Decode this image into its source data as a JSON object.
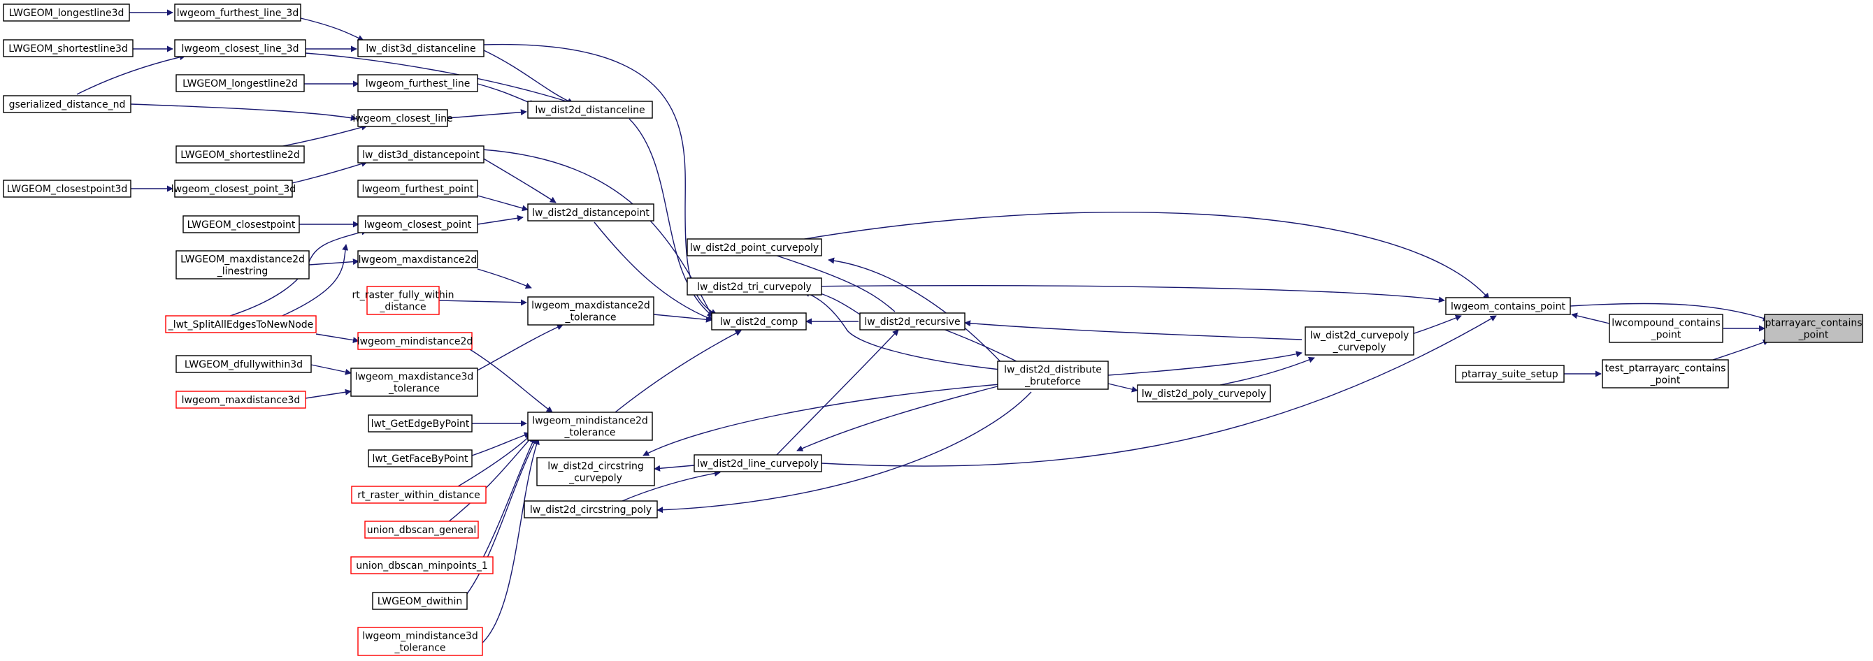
{
  "graph": {
    "edge_color": "#191970",
    "nodes": [
      {
        "id": "n0",
        "lines": [
          "ptarrayarc_contains",
          "_point"
        ],
        "style": "root"
      },
      {
        "id": "n1",
        "lines": [
          "lwgeom_contains_point"
        ],
        "style": "normal"
      },
      {
        "id": "n2",
        "lines": [
          "lwcompound_contains",
          "_point"
        ],
        "style": "normal"
      },
      {
        "id": "n3",
        "lines": [
          "test_ptarrayarc_contains",
          "_point"
        ],
        "style": "normal"
      },
      {
        "id": "n4",
        "lines": [
          "ptarray_suite_setup"
        ],
        "style": "normal"
      },
      {
        "id": "n5",
        "lines": [
          "lw_dist2d_point_curvepoly"
        ],
        "style": "normal"
      },
      {
        "id": "n6",
        "lines": [
          "lw_dist2d_tri_curvepoly"
        ],
        "style": "normal"
      },
      {
        "id": "n7",
        "lines": [
          "lw_dist2d_curvepoly",
          "_curvepoly"
        ],
        "style": "normal"
      },
      {
        "id": "n8",
        "lines": [
          "lw_dist2d_line_curvepoly"
        ],
        "style": "normal"
      },
      {
        "id": "n9",
        "lines": [
          "lw_dist2d_comp"
        ],
        "style": "normal"
      },
      {
        "id": "n10",
        "lines": [
          "lw_dist2d_recursive"
        ],
        "style": "normal"
      },
      {
        "id": "n11",
        "lines": [
          "lw_dist2d_distribute",
          "_bruteforce"
        ],
        "style": "normal"
      },
      {
        "id": "n12",
        "lines": [
          "lw_dist2d_poly_curvepoly"
        ],
        "style": "normal"
      },
      {
        "id": "n13",
        "lines": [
          "lw_dist2d_circstring",
          "_curvepoly"
        ],
        "style": "normal"
      },
      {
        "id": "n14",
        "lines": [
          "lw_dist2d_circstring_poly"
        ],
        "style": "normal"
      },
      {
        "id": "n15",
        "lines": [
          "lw_dist3d_distanceline"
        ],
        "style": "normal"
      },
      {
        "id": "n16",
        "lines": [
          "lw_dist2d_distanceline"
        ],
        "style": "normal"
      },
      {
        "id": "n17",
        "lines": [
          "lw_dist3d_distancepoint"
        ],
        "style": "normal"
      },
      {
        "id": "n18",
        "lines": [
          "lw_dist2d_distancepoint"
        ],
        "style": "normal"
      },
      {
        "id": "n19",
        "lines": [
          "lwgeom_maxdistance2d",
          "_tolerance"
        ],
        "style": "normal"
      },
      {
        "id": "n20",
        "lines": [
          "lwgeom_mindistance2d",
          "_tolerance"
        ],
        "style": "normal"
      },
      {
        "id": "n21",
        "lines": [
          "lwgeom_furthest_line_3d"
        ],
        "style": "normal"
      },
      {
        "id": "n22",
        "lines": [
          "LWGEOM_longestline3d"
        ],
        "style": "normal"
      },
      {
        "id": "n23",
        "lines": [
          "lwgeom_closest_line_3d"
        ],
        "style": "normal"
      },
      {
        "id": "n24",
        "lines": [
          "LWGEOM_shortestline3d"
        ],
        "style": "normal"
      },
      {
        "id": "n25",
        "lines": [
          "gserialized_distance_nd"
        ],
        "style": "normal"
      },
      {
        "id": "n26",
        "lines": [
          "lwgeom_furthest_line"
        ],
        "style": "normal"
      },
      {
        "id": "n27",
        "lines": [
          "LWGEOM_longestline2d"
        ],
        "style": "normal"
      },
      {
        "id": "n28",
        "lines": [
          "lwgeom_closest_line"
        ],
        "style": "normal"
      },
      {
        "id": "n29",
        "lines": [
          "LWGEOM_shortestline2d"
        ],
        "style": "normal"
      },
      {
        "id": "n30",
        "lines": [
          "lwgeom_closest_point_3d"
        ],
        "style": "normal"
      },
      {
        "id": "n31",
        "lines": [
          "LWGEOM_closestpoint3d"
        ],
        "style": "normal"
      },
      {
        "id": "n32",
        "lines": [
          "lwgeom_furthest_point"
        ],
        "style": "normal"
      },
      {
        "id": "n33",
        "lines": [
          "lwgeom_closest_point"
        ],
        "style": "normal"
      },
      {
        "id": "n34",
        "lines": [
          "LWGEOM_closestpoint"
        ],
        "style": "normal"
      },
      {
        "id": "n35",
        "lines": [
          "_lwt_SplitAllEdgesToNewNode"
        ],
        "style": "red"
      },
      {
        "id": "n36",
        "lines": [
          "lwgeom_maxdistance2d"
        ],
        "style": "normal"
      },
      {
        "id": "n37",
        "lines": [
          "LWGEOM_maxdistance2d",
          "_linestring"
        ],
        "style": "normal"
      },
      {
        "id": "n38",
        "lines": [
          "rt_raster_fully_within",
          "_distance"
        ],
        "style": "red"
      },
      {
        "id": "n39",
        "lines": [
          "lwgeom_mindistance2d"
        ],
        "style": "red"
      },
      {
        "id": "n40",
        "lines": [
          "lwgeom_maxdistance3d",
          "_tolerance"
        ],
        "style": "normal"
      },
      {
        "id": "n41",
        "lines": [
          "LWGEOM_dfullywithin3d"
        ],
        "style": "normal"
      },
      {
        "id": "n42",
        "lines": [
          "lwgeom_maxdistance3d"
        ],
        "style": "red"
      },
      {
        "id": "n43",
        "lines": [
          "lwt_GetEdgeByPoint"
        ],
        "style": "normal"
      },
      {
        "id": "n44",
        "lines": [
          "lwt_GetFaceByPoint"
        ],
        "style": "normal"
      },
      {
        "id": "n45",
        "lines": [
          "rt_raster_within_distance"
        ],
        "style": "red"
      },
      {
        "id": "n46",
        "lines": [
          "union_dbscan_general"
        ],
        "style": "red"
      },
      {
        "id": "n47",
        "lines": [
          "union_dbscan_minpoints_1"
        ],
        "style": "red"
      },
      {
        "id": "n48",
        "lines": [
          "LWGEOM_dwithin"
        ],
        "style": "normal"
      },
      {
        "id": "n49",
        "lines": [
          "lwgeom_mindistance3d",
          "_tolerance"
        ],
        "style": "red"
      }
    ]
  }
}
